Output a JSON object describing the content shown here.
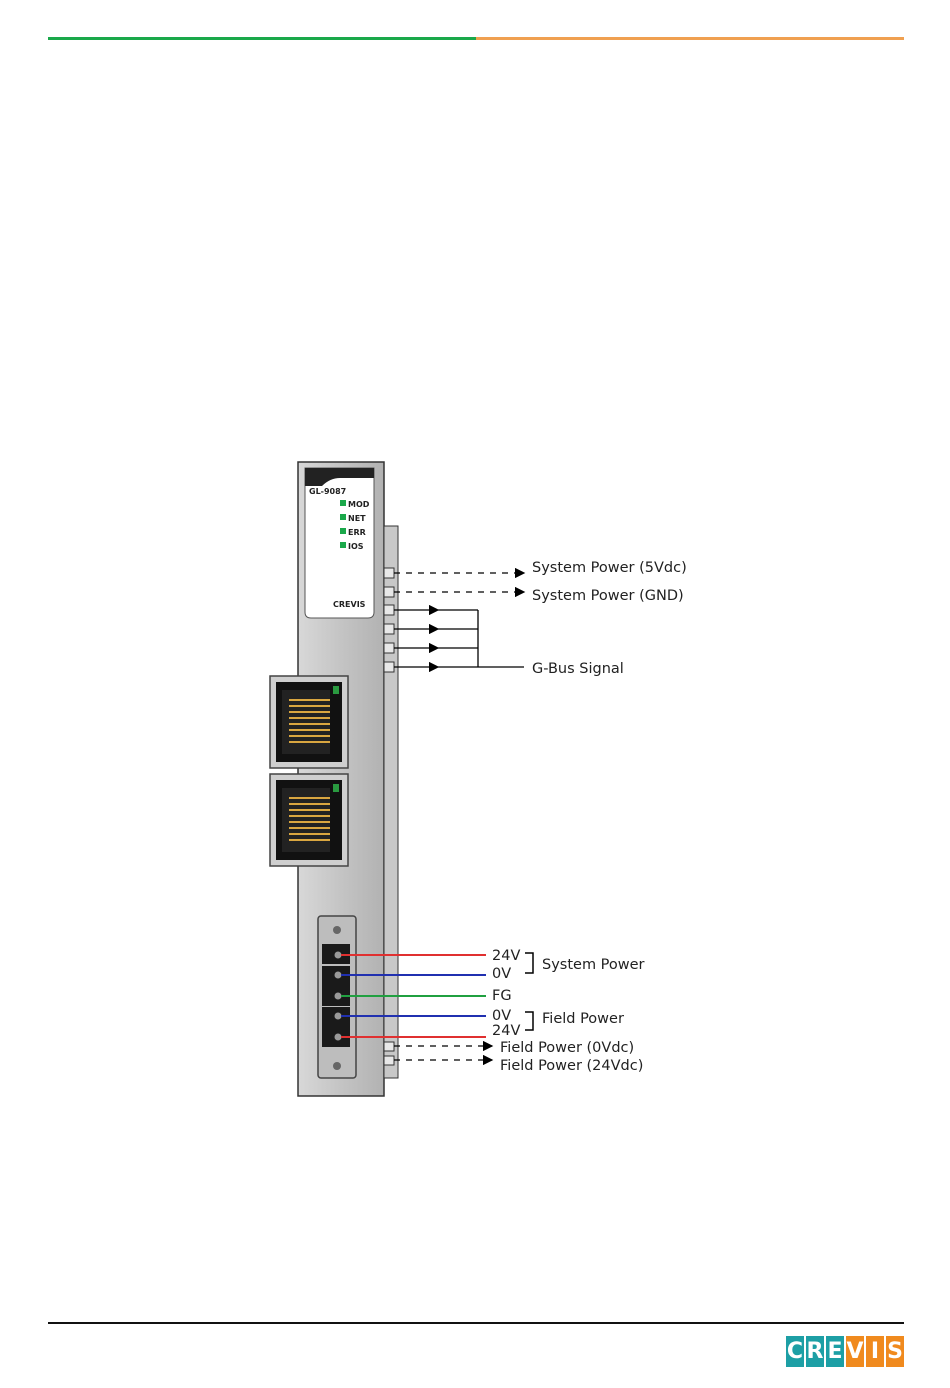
{
  "colors": {
    "accent_green": "#1aa84a",
    "accent_orange": "#f0a050",
    "wire_red": "#e03030",
    "wire_blue": "#2030b0",
    "wire_green": "#20a040"
  },
  "logo": {
    "letters": [
      "C",
      "R",
      "E",
      "V",
      "I",
      "S"
    ],
    "colors": [
      "#1d9fa5",
      "#1d9fa5",
      "#1d9fa5",
      "#f08a1e",
      "#f08a1e",
      "#f08a1e"
    ]
  },
  "module": {
    "model": "GL-9087",
    "leds": [
      "MOD",
      "NET",
      "ERR",
      "IOS"
    ],
    "brand": "CREVIS"
  },
  "labels": {
    "system_power_5v": "System Power (5Vdc)",
    "system_power_gnd": "System Power (GND)",
    "gbus_signal": "G-Bus Signal",
    "terminal_24v_top": "24V",
    "terminal_0v_top": "0V",
    "terminal_fg": "FG",
    "terminal_0v_bottom": "0V",
    "terminal_24v_bottom": "24V",
    "system_power_group": "System Power",
    "field_power_group": "Field Power",
    "field_power_0v": "Field Power (0Vdc)",
    "field_power_24v": "Field Power (24Vdc)"
  }
}
